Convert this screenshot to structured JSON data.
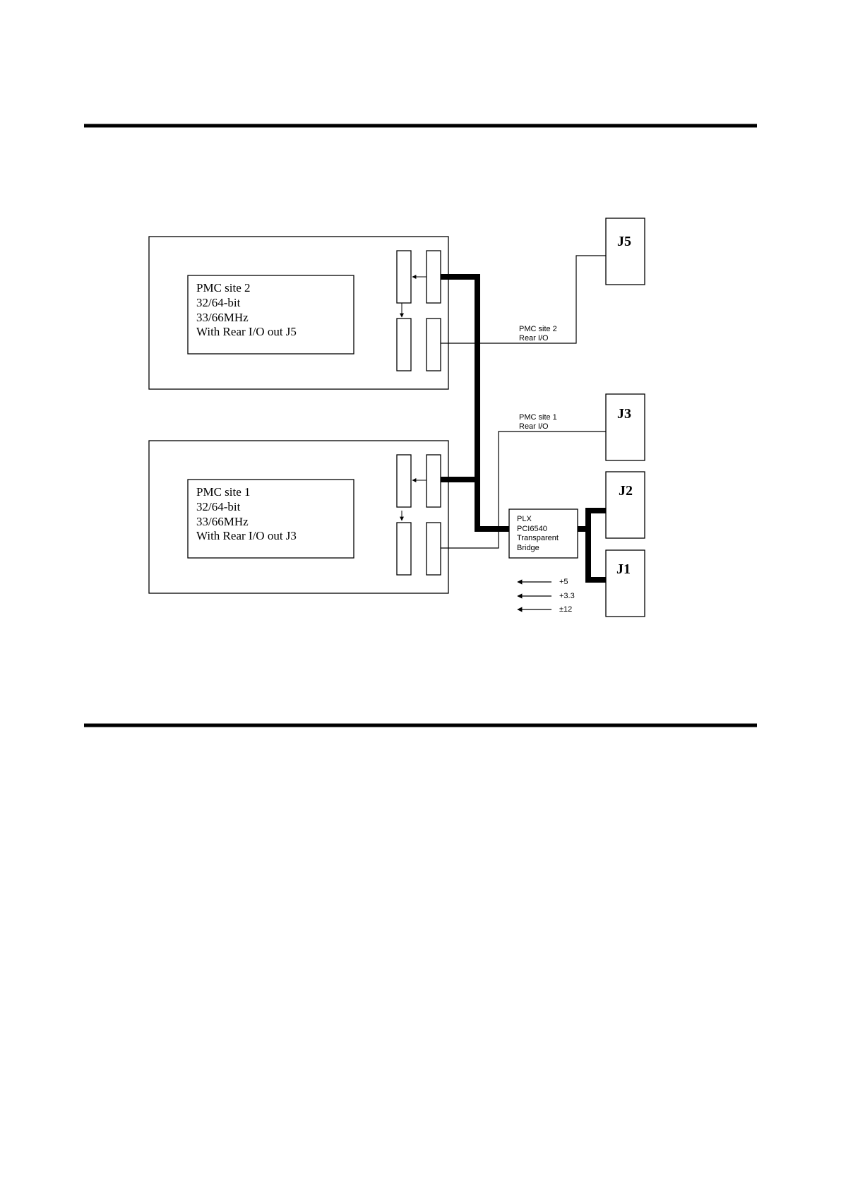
{
  "pmc_site_2": {
    "lines": [
      "PMC site 2",
      "32/64-bit",
      "33/66MHz",
      "With Rear I/O out J5"
    ]
  },
  "pmc_site_1": {
    "lines": [
      "PMC site 1",
      "32/64-bit",
      "33/66MHz",
      "With Rear I/O out J3"
    ]
  },
  "connectors": {
    "j5": "J5",
    "j3": "J3",
    "j2": "J2",
    "j1": "J1"
  },
  "rear_io_labels": {
    "site2": [
      "PMC site 2",
      "Rear I/O"
    ],
    "site1": [
      "PMC site 1",
      "Rear I/O"
    ]
  },
  "bridge": {
    "lines": [
      "PLX",
      "PCI6540",
      "Transparent",
      "Bridge"
    ]
  },
  "power": {
    "rails": [
      "+5",
      "+3.3",
      "±12"
    ]
  },
  "colors": {
    "line": "#000000",
    "background": "#ffffff"
  }
}
